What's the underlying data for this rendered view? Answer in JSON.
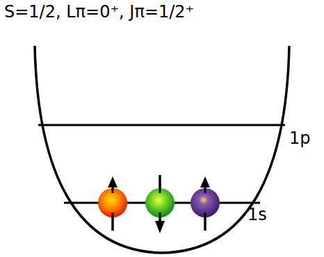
{
  "diagram": {
    "labels": [
      "S=1/2, Lπ=0⁺, Jπ=1/2⁺",
      "1p",
      "1s"
    ]
  }
}
